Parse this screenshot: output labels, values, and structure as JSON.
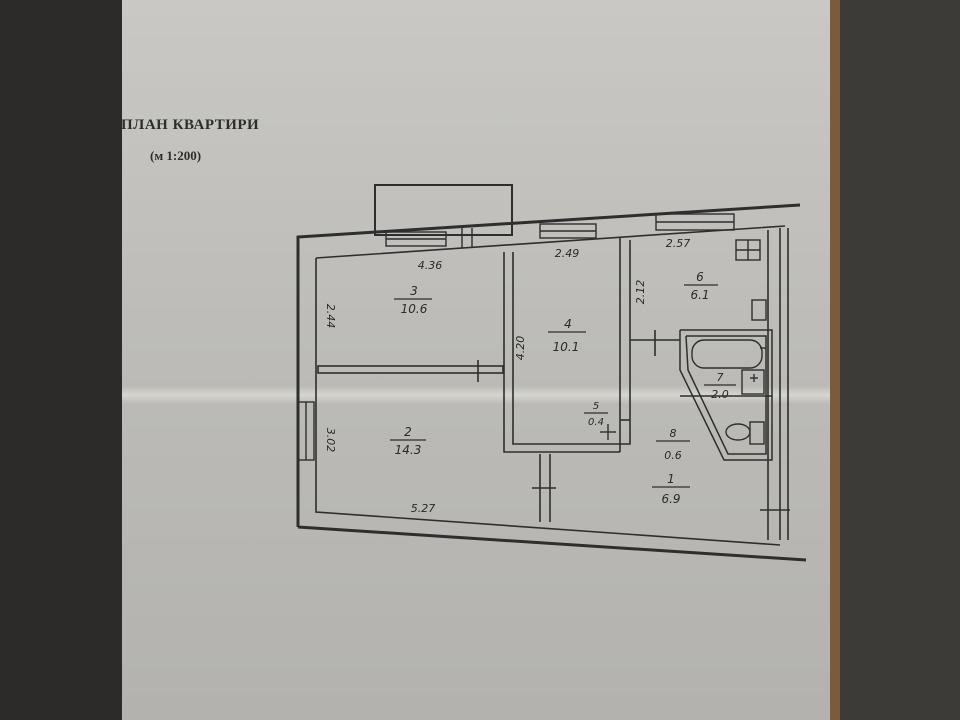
{
  "title": "ПЛАН КВАРТИРИ",
  "scale": "(м 1:200)",
  "rooms": [
    {
      "number": "1",
      "area": "6.9"
    },
    {
      "number": "2",
      "area": "14.3"
    },
    {
      "number": "3",
      "area": "10.6"
    },
    {
      "number": "4",
      "area": "10.1"
    },
    {
      "number": "5",
      "area": "0.4"
    },
    {
      "number": "6",
      "area": "6.1"
    },
    {
      "number": "7",
      "area": "2.0"
    },
    {
      "number": "8",
      "area": "0.6"
    }
  ],
  "dimensions": {
    "room3_width": "4.36",
    "room3_depth": "2.44",
    "room2_width": "5.27",
    "room2_depth": "3.02",
    "room4_width": "2.49",
    "room4_depth": "4.20",
    "room6_width": "2.57",
    "room6_depth": "2.12"
  }
}
